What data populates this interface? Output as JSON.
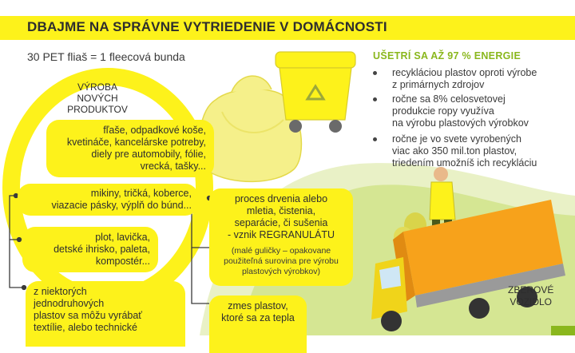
{
  "header": {
    "title": "DBAJME NA SPRÁVNE VYTRIEDENIE V DOMÁCNOSTI",
    "subtitle": "30 PET fliaš = 1 fleecová bunda"
  },
  "production": {
    "heading": "VÝROBA NOVÝCH PRODUKTOV",
    "heading_lines": [
      "VÝROBA",
      "NOVÝCH",
      "PRODUKTOV"
    ],
    "items": [
      {
        "lines": [
          "fľaše, odpadkové koše,",
          "kvetináče, kancelárske potreby,",
          "diely pre automobily, fólie,",
          "vrecká, tašky..."
        ]
      },
      {
        "lines": [
          "mikiny, tričká, koberce,",
          "viazacie pásky, výplň do búnd..."
        ]
      },
      {
        "lines": [
          "plot, lavička,",
          "detské ihrisko, paleta,",
          "kompostér..."
        ]
      },
      {
        "lines": [
          "z niektorých",
          "jednodruhových",
          "plastov sa môžu vyrábať",
          "textílie, alebo technické"
        ]
      }
    ]
  },
  "process": {
    "lines": [
      "proces drvenia alebo",
      "mletia, čistenia,",
      "separácie, či sušenia",
      "- vznik REGRANULÁTU"
    ],
    "note_lines": [
      "(malé guličky – opakovane",
      "použiteľná surovina pre výrobu",
      "plastových výrobkov)"
    ]
  },
  "melt": {
    "lines": [
      "zmes plastov,",
      "ktoré sa za tepla"
    ]
  },
  "energy": {
    "title": "UŠETRÍ SA AŽ 97 % ENERGIE",
    "bullets": [
      {
        "lines": [
          "recykláciou plastov oproti výrobe",
          "z primárnych zdrojov"
        ]
      },
      {
        "lines": [
          "ročne sa 8% celosvetovej",
          "produkcie ropy využíva",
          "na výrobu plastových výrobkov"
        ]
      },
      {
        "lines": [
          "ročne je vo svete vyrobených",
          "viac ako 350 mil.ton plastov,",
          "triedením umožníš ich recykláciu"
        ]
      }
    ]
  },
  "truck": {
    "label_lines": [
      "ZBEROVÉ",
      "VOZIDLO"
    ]
  },
  "colors": {
    "yellow": "#fdf21b",
    "green": "#8ab71d",
    "orange": "#f7a21b",
    "text": "#2e2e2e"
  },
  "icons": [
    "recycling-bag-icon",
    "recycling-bin-icon",
    "recycle-symbol-icon",
    "worker-icon",
    "garbage-truck-icon",
    "connector-bracket"
  ]
}
